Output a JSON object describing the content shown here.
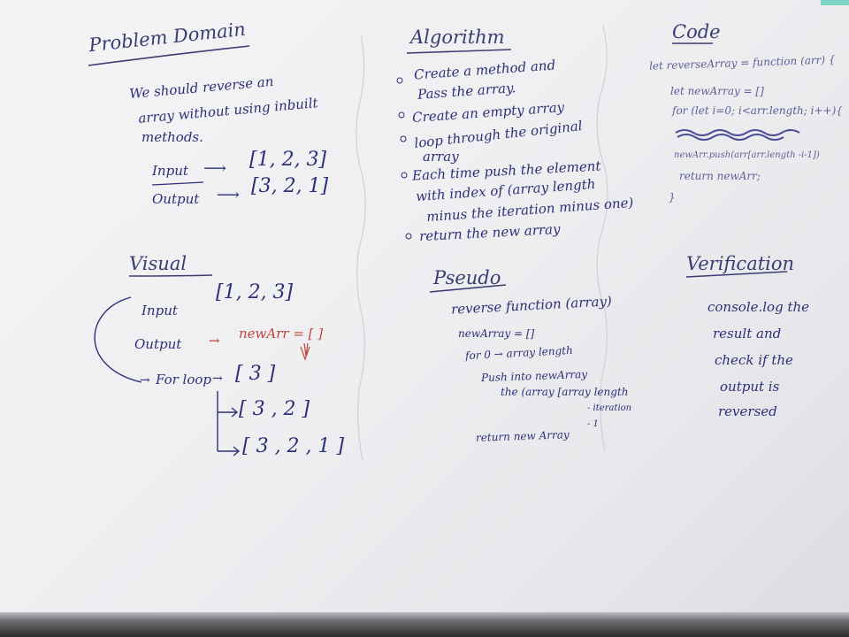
{
  "problem_domain": {
    "heading": "Problem Domain",
    "line1": "We should reverse an",
    "line2": "array without using inbuilt",
    "line3": "methods.",
    "input_label": "Input",
    "input_value": "[1, 2, 3]",
    "output_label": "Output",
    "output_value": "[3, 2, 1]"
  },
  "algorithm": {
    "heading": "Algorithm",
    "steps": [
      "Create a method and",
      "Pass the array.",
      "Create an empty array",
      "loop through the original",
      "array",
      "Each time push the element",
      "with index of (array length",
      "minus the iteration minus one)",
      "return the new array"
    ]
  },
  "code": {
    "heading": "Code",
    "lines": [
      "let reverseArray = function (arr) {",
      "let newArray = []",
      "for (let i=0; i<arr.length; i++){",
      "newArr.push(arr[arr.length -i-1])",
      "return newArr;",
      "}"
    ]
  },
  "visual": {
    "heading": "Visual",
    "input_label": "Input",
    "input_value": "[1, 2, 3]",
    "output_label": "Output",
    "output_value": "newArr = [ ]",
    "loop_label": "For loop",
    "step1": "[ 3 ]",
    "step2": "[ 3 , 2 ]",
    "step3": "[ 3 , 2 , 1 ]"
  },
  "pseudo": {
    "heading": "Pseudo",
    "lines": [
      "reverse function (array)",
      "newArray = []",
      "for 0 → array length",
      "Push into newArray",
      "the (array [array length",
      "- iteration",
      "- 1",
      "return new Array"
    ]
  },
  "verification": {
    "heading": "Verification",
    "lines": [
      "console.log the",
      "result and",
      "check if the",
      "output is",
      "reversed"
    ]
  },
  "colors": {
    "board": "#f0f0f3",
    "ink_blue": "#2c2f7a",
    "ink_red": "#c2433a",
    "frame": "#2f2c2e"
  }
}
